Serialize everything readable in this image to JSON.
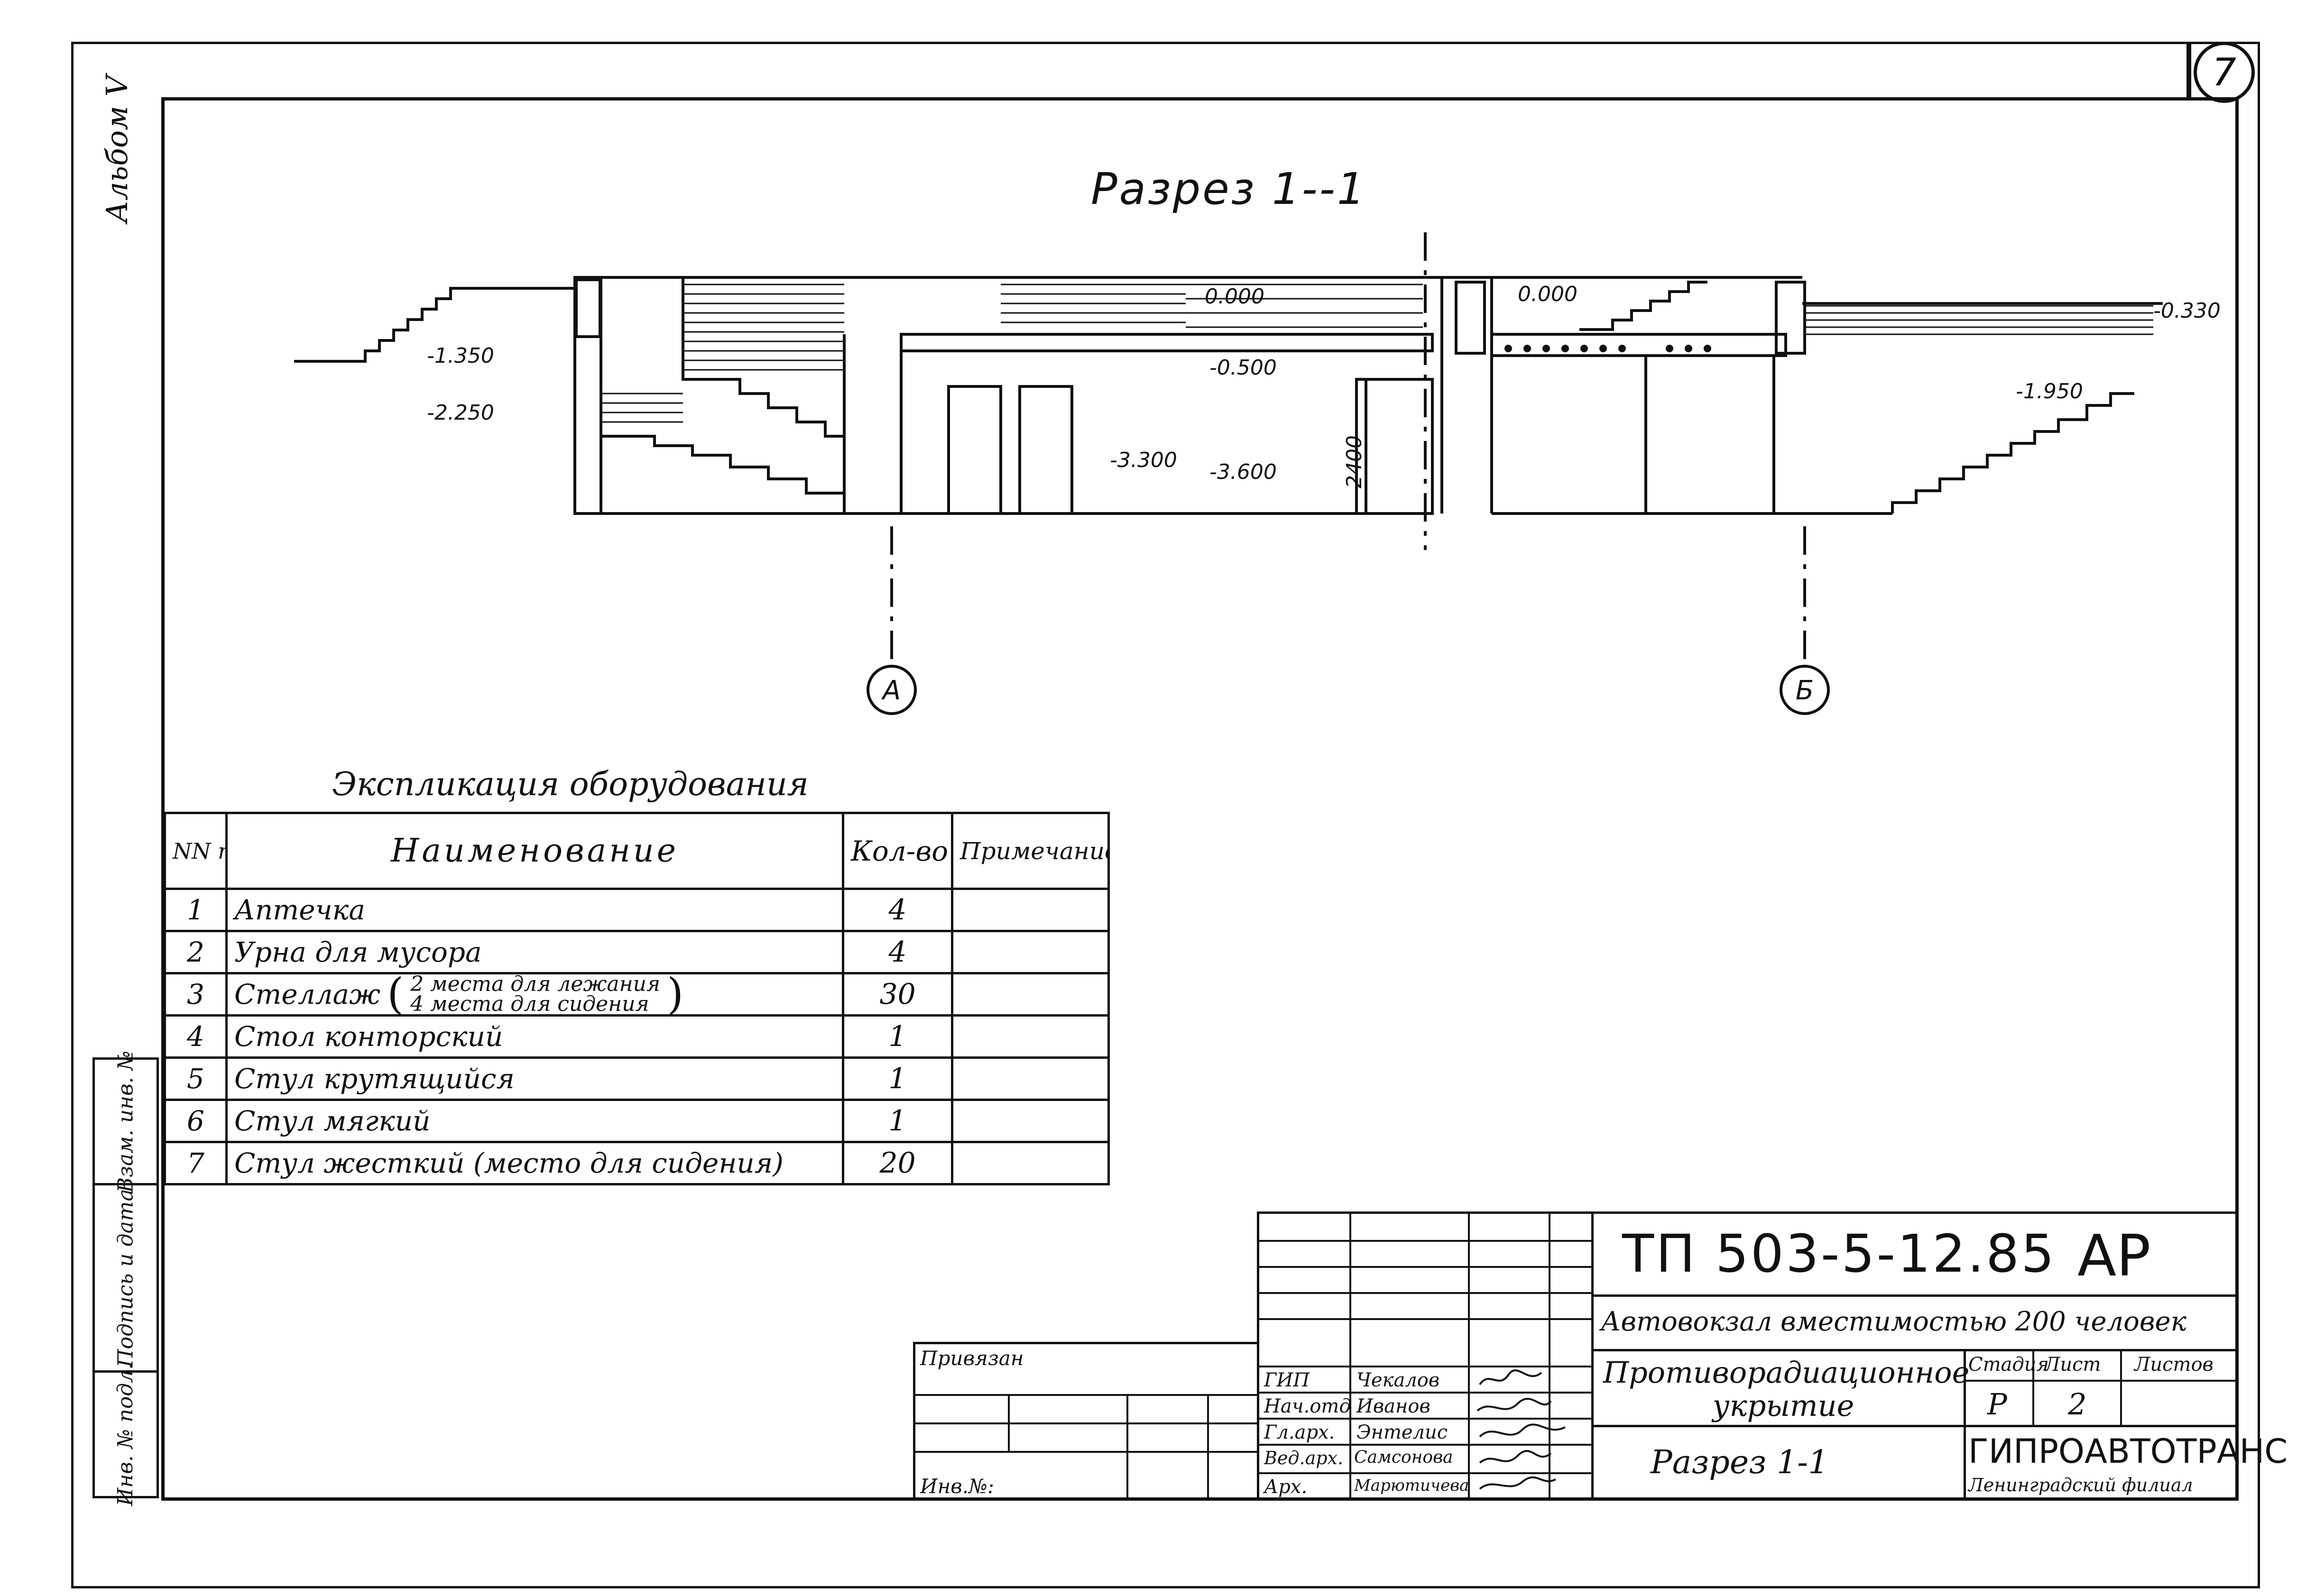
{
  "sheet": {
    "number": "7",
    "album": "Альбом Ⅴ"
  },
  "drawing": {
    "title": "Разрез 1--1",
    "elevations": [
      "0.000",
      "0.000",
      "-0.330",
      "-0.500",
      "-1.350",
      "-2.250",
      "-3.300",
      "-3.600",
      "-1.950"
    ],
    "dimension": "2400",
    "axes": [
      "А",
      "Б"
    ]
  },
  "equipment": {
    "title": "Экспликация оборудования",
    "headers": {
      "no": "NN п/п.",
      "name": "Наименование",
      "qty": "Кол-во",
      "note": "Примечание"
    },
    "rows": [
      {
        "no": "1",
        "name": "Аптечка",
        "qty": "4"
      },
      {
        "no": "2",
        "name": "Урна для мусора",
        "qty": "4"
      },
      {
        "no": "3",
        "name": "Стеллаж",
        "sub1": "2 места для лежания",
        "sub2": "4 места для сидения",
        "qty": "30"
      },
      {
        "no": "4",
        "name": "Стол конторский",
        "qty": "1"
      },
      {
        "no": "5",
        "name": "Стул крутящийся",
        "qty": "1"
      },
      {
        "no": "6",
        "name": "Стул мягкий",
        "qty": "1"
      },
      {
        "no": "7",
        "name": "Стул жесткий (место для сидения)",
        "qty": "20"
      }
    ]
  },
  "stamp": {
    "cells": [
      "Взам. инв. №",
      "Подпись и дата",
      "Инв. № подл."
    ]
  },
  "title_block": {
    "code": "ТП 503-5-12.85",
    "mark": "АР",
    "project": "Автовокзал вместимостью 200 человек",
    "object": "Противорадиационное укрытие",
    "sheet_name": "Разрез 1-1",
    "stage_label": "Стадия",
    "sheet_label": "Лист",
    "sheets_label": "Листов",
    "stage": "Р",
    "sheet_no": "2",
    "org": "ГИПРОАВТОТРАНС",
    "branch": "Ленинградский филиал",
    "privyazan": "Привязан",
    "inv": "Инв.№:",
    "roles": [
      "ГИП",
      "Нач.отд",
      "Гл.арх.",
      "Вед.арх.",
      "Арх."
    ],
    "names": [
      "Чекалов",
      "Иванов",
      "Энтелис",
      "Самсонова",
      "Марютичева"
    ]
  }
}
